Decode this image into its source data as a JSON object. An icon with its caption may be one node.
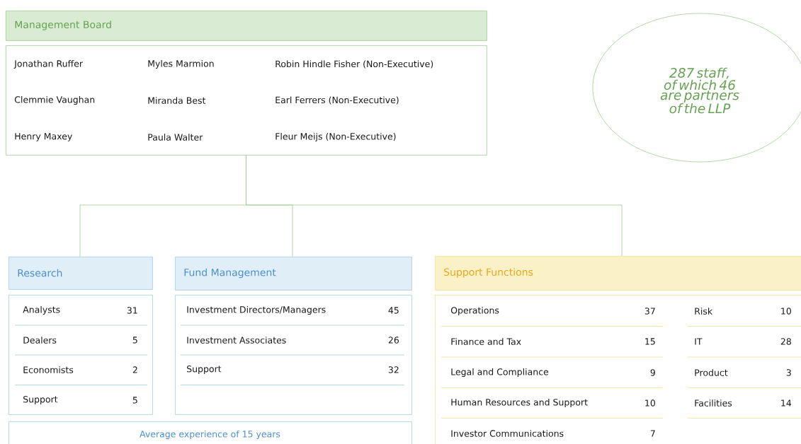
{
  "diagram": {
    "nodes": [
      {
        "text": [
          "Management Board"
        ]
      },
      {
        "text": [
          "Jonathan Ruffer",
          "Myles Marmion",
          "Robin Hindle Fisher (Non-Executive)",
          "Clemmie Vaughan",
          "Miranda Best",
          "Earl Ferrers (Non-Executive)",
          "Henry Maxey",
          "Paula Walter",
          "Fleur Meijs (Non-Executive)"
        ]
      },
      {
        "text": [
          "287 staff, of which 46 are partners of the LLP"
        ]
      },
      {
        "text": [
          "Research"
        ]
      },
      {
        "text": [
          "Analysts",
          "31",
          "Dealers",
          "5",
          "Economists",
          "2",
          "Support",
          "5"
        ]
      },
      {
        "text": [
          "Fund Management"
        ]
      },
      {
        "text": [
          "Investment Directors/Managers",
          "45",
          "Investment Associates",
          "26",
          "Support",
          "32"
        ]
      },
      {
        "text": [
          "Average experience of 15 years"
        ]
      },
      {
        "text": [
          "Support Functions"
        ]
      },
      {
        "text": [
          "Operations",
          "37",
          "Risk",
          "10",
          "Finance and Tax",
          "15",
          "IT",
          "28",
          "Legal and Compliance",
          "9",
          "Product",
          "3",
          "Human Resources and Support",
          "10",
          "Facilities",
          "14",
          "Investor Communications",
          "7"
        ]
      }
    ],
    "edges": [
      {
        "from": 1,
        "to": 3,
        "arrow": "none"
      },
      {
        "from": 1,
        "to": 5,
        "arrow": "none"
      },
      {
        "from": 1,
        "to": 8,
        "arrow": "none"
      }
    ]
  }
}
